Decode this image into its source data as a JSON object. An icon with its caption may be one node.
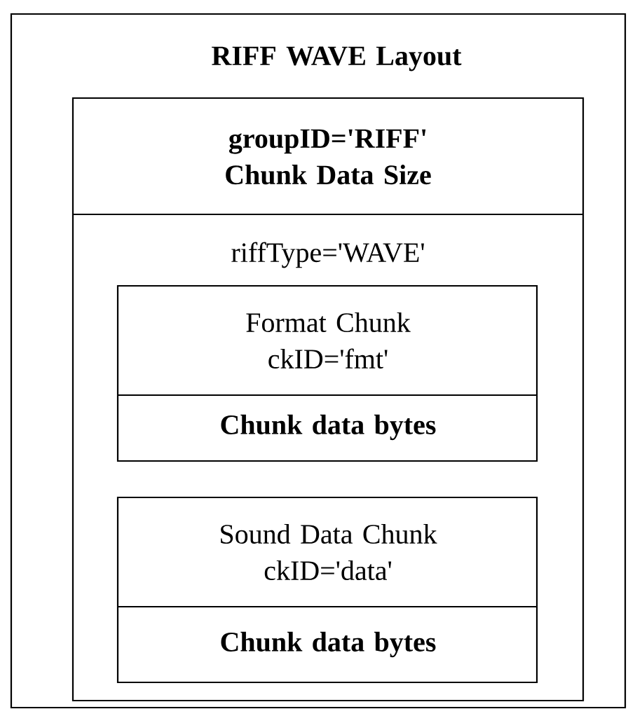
{
  "diagram": {
    "nodes": [
      {
        "text": [
          "RIFF WAVE Layout"
        ]
      },
      {
        "text": [
          "groupID='RIFF' Chunk Data Size",
          "riffType='WAVE'"
        ],
        "in": 0
      },
      {
        "text": [
          "Format Chunk ckID='fmt'",
          "Chunk data bytes"
        ],
        "in": 1
      },
      {
        "text": [
          "Sound Data Chunk ckID='data'",
          "Chunk data bytes"
        ],
        "in": 1
      }
    ]
  }
}
